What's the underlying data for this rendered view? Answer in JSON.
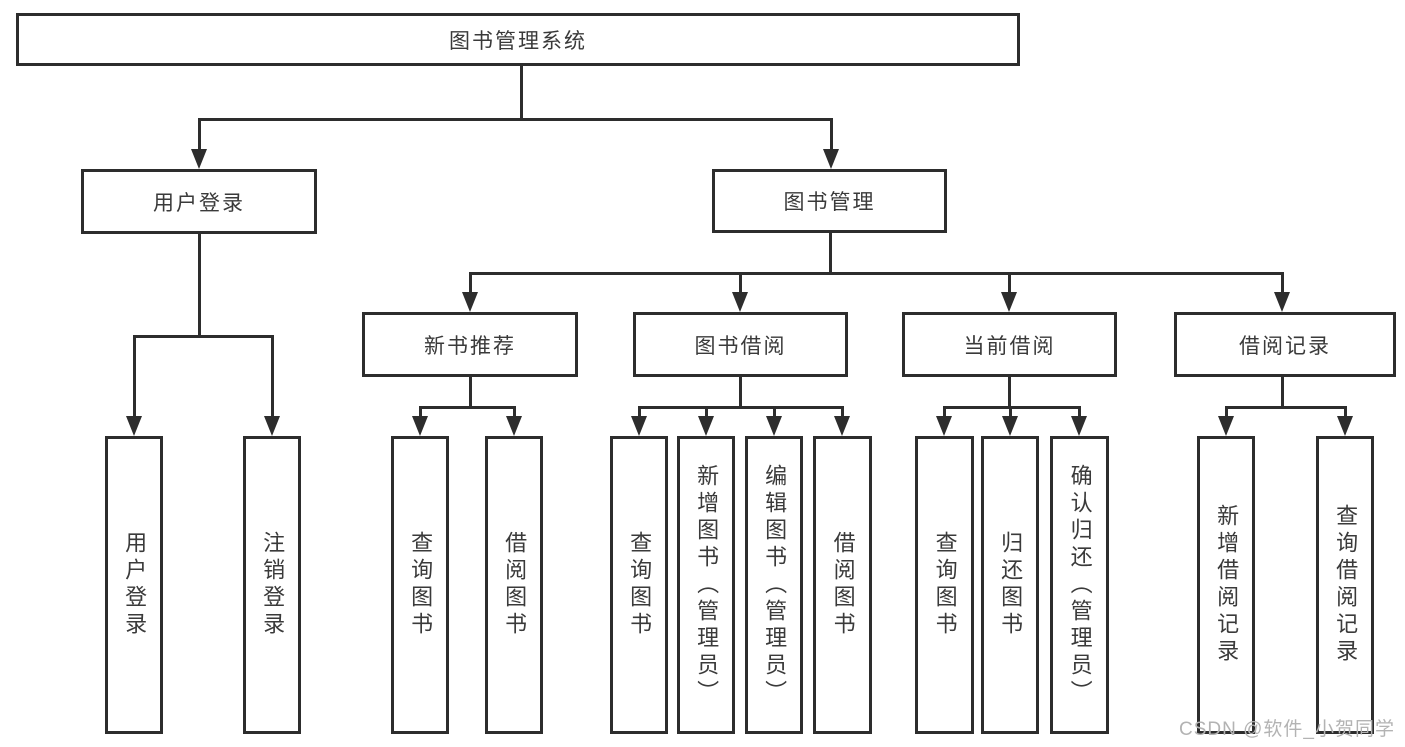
{
  "colors": {
    "line": "#2d2d2d",
    "text": "#3a3a3a",
    "background": "#ffffff",
    "watermark": "#b3b3b3"
  },
  "watermark": {
    "text": "CSDN @软件_小贺同学"
  },
  "tree": {
    "root": "图书管理系统",
    "branches": [
      {
        "label": "用户登录",
        "children": [
          "用户登录",
          "注销登录"
        ]
      },
      {
        "label": "图书管理",
        "groups": [
          {
            "label": "新书推荐",
            "children": [
              "查询图书",
              "借阅图书"
            ]
          },
          {
            "label": "图书借阅",
            "children": [
              "查询图书",
              "新增图书（管理员）",
              "编辑图书（管理员）",
              "借阅图书"
            ]
          },
          {
            "label": "当前借阅",
            "children": [
              "查询图书",
              "归还图书",
              "确认归还（管理员）"
            ]
          },
          {
            "label": "借阅记录",
            "children": [
              "新增借阅记录",
              "查询借阅记录"
            ]
          }
        ]
      }
    ]
  }
}
